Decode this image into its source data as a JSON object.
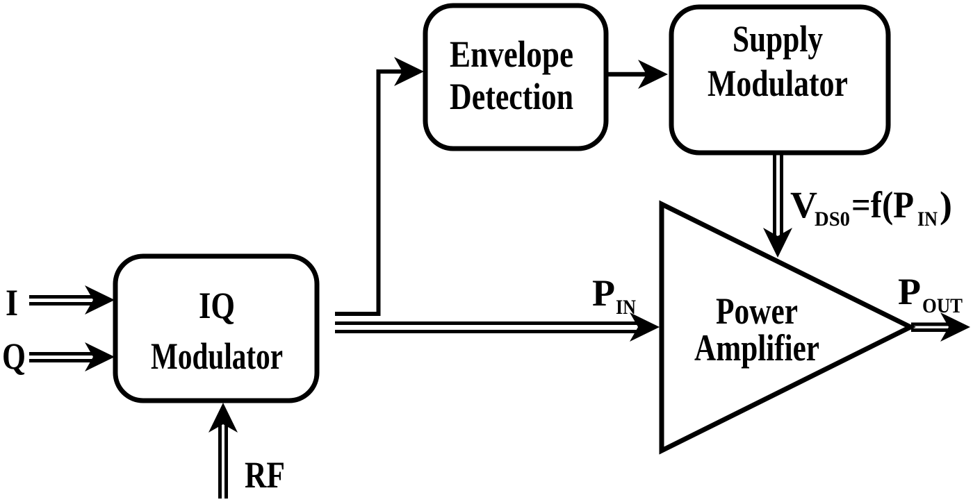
{
  "colors": {
    "ink": "#000000",
    "background": "#ffffff"
  },
  "blocks": {
    "envelope_detection": {
      "line1": "Envelope",
      "line2": "Detection"
    },
    "supply_modulator": {
      "line1": "Supply",
      "line2": "Modulator"
    },
    "iq_modulator": {
      "line1": "IQ",
      "line2": "Modulator"
    },
    "power_amplifier": {
      "line1": "Power",
      "line2": "Amplifier"
    }
  },
  "signals": {
    "i_input": "I",
    "q_input": "Q",
    "rf_input": "RF",
    "p_in": {
      "base": "P",
      "sub": "IN"
    },
    "p_out": {
      "base": "P",
      "sub": "OUT"
    },
    "v_ds0": {
      "base": "V",
      "sub": "DS0",
      "mid": "=f(P",
      "mid_sub": "IN",
      "end": ")"
    }
  }
}
